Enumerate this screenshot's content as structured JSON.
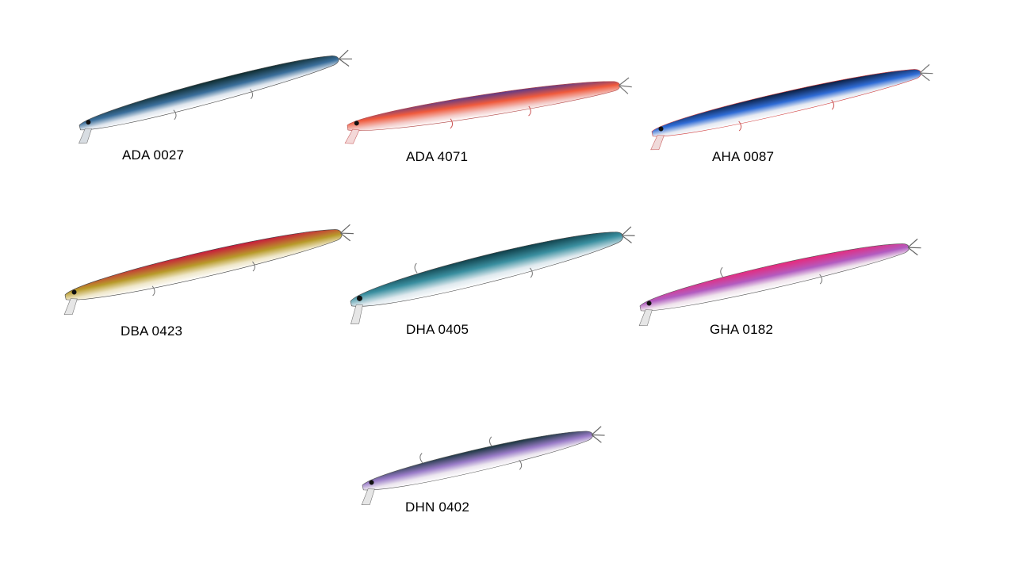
{
  "lures": [
    {
      "code": "ADA 0027",
      "back_color": "#0e2a2c",
      "belly_color": "#dfe6ee",
      "accent_color": "#3b6f9c"
    },
    {
      "code": "ADA 4071",
      "back_color": "#5a3a8a",
      "belly_color": "#f3c9c6",
      "accent_color": "#f05a3c"
    },
    {
      "code": "AHA 0087",
      "back_color": "#0b1b3a",
      "belly_color": "#e6eaf2",
      "accent_color": "#2f6cd6"
    },
    {
      "code": "DBA 0423",
      "back_color": "#c8173c",
      "belly_color": "#efe7c9",
      "accent_color": "#b89a2a"
    },
    {
      "code": "DHA 0405",
      "back_color": "#0f3d47",
      "belly_color": "#dfe9ee",
      "accent_color": "#3a8fa0"
    },
    {
      "code": "GHA 0182",
      "back_color": "#e8287a",
      "belly_color": "#efe3ec",
      "accent_color": "#b25cc0"
    },
    {
      "code": "DHN 0402",
      "back_color": "#16333a",
      "belly_color": "#ece6ef",
      "accent_color": "#9a7cc8"
    }
  ]
}
